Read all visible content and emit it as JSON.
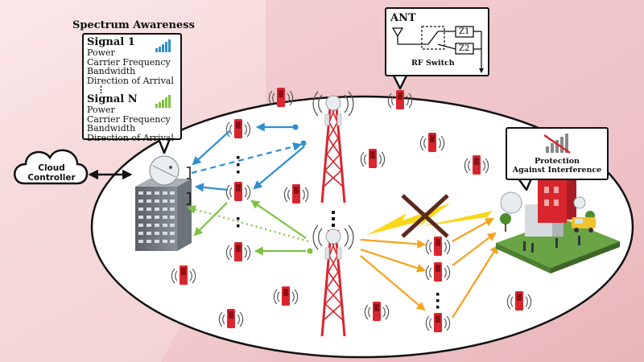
{
  "spectrum_awareness": {
    "title": "Spectrum Awareness",
    "signal_1": {
      "name": "Signal 1",
      "fields": [
        "Power",
        "Carrier Frequency",
        "Bandwidth",
        "Direction of Arrival"
      ]
    },
    "ellipsis": "⋮",
    "signal_n": {
      "name": "Signal N",
      "fields": [
        "Power",
        "Carrier Frequency",
        "Bandwidth",
        "Direction of Arrival"
      ]
    }
  },
  "cloud": {
    "label_line1": "Cloud",
    "label_line2": "Controller"
  },
  "rf_switch": {
    "ant_label": "ANT",
    "switch_label": "RF Switch",
    "z1_label": "Z1",
    "z2_label": "Z2"
  },
  "protection": {
    "line1": "Protection",
    "line2": "Against Interference"
  },
  "colors": {
    "blue_link": "#2f8fcf",
    "green_link": "#7dc242",
    "orange_link": "#f7a21b",
    "device_red": "#d9262e",
    "tower_red": "#d9262e",
    "interference_x": "#5a2a1e",
    "lightning_yellow": "#f9d71c"
  }
}
